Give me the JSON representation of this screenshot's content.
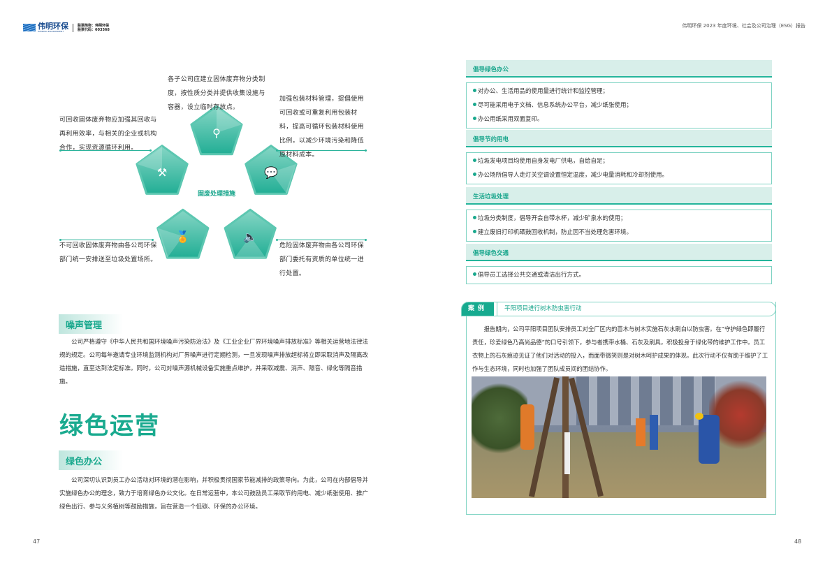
{
  "header": {
    "company": "伟明环保",
    "company_en": "WEIMING ENVIRONMENT",
    "stock_name": "股票简称：伟明环保",
    "stock_code": "股票代码：603568",
    "report_title": "伟明环保 2023 年度环境、社会及公司治理（ESG）报告"
  },
  "diagram": {
    "center_label": "固废处理措施",
    "top": "各子公司应建立固体废弃物分类制度，按性质分类并提供收集设施与容器，设立临时存放点。",
    "left": "可回收固体废弃物应加强其回收与再利用效率，与相关的企业或机构合作，实现资源循环利用。",
    "right": "加强包装材料管理，提倡使用可回收或可重复利用包装材料，提高可循环包装材料使用比例，以减少环境污染和降低原材料成本。",
    "bottom_left": "不可回收固体废弃物由各公司环保部门统一安排送至垃圾处置场所。",
    "bottom_right": "危险固体废弃物由各公司环保部门委托有资质的单位统一进行处置。"
  },
  "noise": {
    "heading": "噪声管理",
    "text": "公司严格遵守《中华人民共和国环境噪声污染防治法》及《工业企业厂界环境噪声排放标准》等相关运营地法律法规的规定。公司每年邀请专业环境监测机构对厂界噪声进行定期检测，一旦发现噪声排放超标将立即采取消声及隔离改造措施，直至达到法定标准。同时，公司对噪声源机械设备实施重点维护，并采取减震、消声、隔音、绿化等隔音措施。"
  },
  "green_ops": {
    "title": "绿色运营",
    "heading": "绿色办公",
    "text": "公司深切认识到员工办公活动对环境的潜在影响，并积极贯彻国家节能减排的政策导向。为此，公司在内部倡导并实施绿色办公的理念，致力于培育绿色办公文化。在日常运营中，本公司鼓励员工采取节约用电、减少纸张使用、推广绿色出行、参与义务植树等鼓励措施，旨在营造一个低碳、环保的办公环境。"
  },
  "sections": [
    {
      "title": "倡导绿色办公",
      "items": [
        "对办公、生活用品的使用量进行统计和监控管理；",
        "尽可能采用电子文档、信息系统办公平台，减少纸张使用；",
        "办公用纸采用双面复印。"
      ]
    },
    {
      "title": "倡导节约用电",
      "items": [
        "垃圾发电项目均使用自身发电厂供电，自给自足；",
        "办公场所倡导人走灯关空调设置恒定温度，减少电量消耗和冷却剂使用。"
      ]
    },
    {
      "title": "生活垃圾处理",
      "items": [
        "垃圾分类制度，倡导开会自带水杯，减少矿泉水的使用；",
        "建立废旧打印机硒鼓回收机制，防止因不当处理危害环境。"
      ]
    },
    {
      "title": "倡导绿色交通",
      "items": [
        "倡导员工选择公共交通或清洁出行方式。"
      ]
    }
  ],
  "case": {
    "tag": "案例",
    "title": "平阳项目进行树木防虫害行动",
    "text": "报告期内，公司平阳项目团队安排员工对全厂区内的苗木与树木实施石灰水刷白以防虫害。在“守护绿色即履行责任，珍爱绿色乃高尚品德”的口号引领下，参与者携带水桶、石灰及刷具，积极投身于绿化带的维护工作中。员工衣物上的石灰痕迹见证了他们对活动的投入，而面带微笑则是对树木呵护成果的体现。此次行动不仅有助于维护了工作与生态环境，同时也加强了团队成员间的团结协作。"
  },
  "pages": {
    "left": "47",
    "right": "48"
  },
  "colors": {
    "accent": "#1aaa8f",
    "light": "#d8efea",
    "border": "#7fd3c3"
  }
}
